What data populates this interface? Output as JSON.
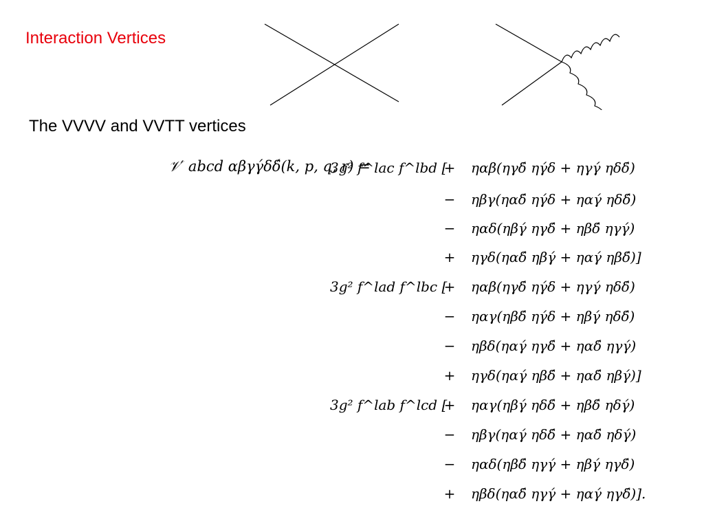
{
  "slide": {
    "title": "Interaction Vertices",
    "subtitle": "The VVVV and VVTT vertices"
  },
  "equation": {
    "lhs": "𝒱′ abcd αβγγ́δδ́(k, p, q, r) =",
    "groups": [
      {
        "prefix": "3g² f^lac f^lbd [",
        "rows": [
          {
            "sign": "+",
            "term": "ηαβ(ηγδ́ ηγ́δ + ηγγ́ ηδδ́)"
          },
          {
            "sign": "−",
            "term": "ηβγ(ηαδ́ ηγ́δ + ηαγ́ ηδδ́)"
          },
          {
            "sign": "−",
            "term": "ηαδ(ηβγ́ ηγδ́ + ηβδ́ ηγγ́)"
          },
          {
            "sign": "+",
            "term": "ηγδ(ηαδ́ ηβγ́ + ηαγ́ ηβδ́)]"
          }
        ]
      },
      {
        "prefix": "3g² f^lad f^lbc [",
        "rows": [
          {
            "sign": "+",
            "term": "ηαβ(ηγδ́ ηγ́δ + ηγγ́ ηδδ́)"
          },
          {
            "sign": "−",
            "term": "ηαγ(ηβδ́ ηγ́δ + ηβγ́ ηδδ́)"
          },
          {
            "sign": "−",
            "term": "ηβδ(ηαγ́ ηγδ́ + ηαδ́ ηγγ́)"
          },
          {
            "sign": "+",
            "term": "ηγδ(ηαγ́ ηβδ́ + ηαδ́ ηβγ́)]"
          }
        ]
      },
      {
        "prefix": "3g² f^lab f^lcd [",
        "rows": [
          {
            "sign": "+",
            "term": "ηαγ(ηβγ́ ηδδ́ + ηβδ́ ηδγ́)"
          },
          {
            "sign": "−",
            "term": "ηβγ(ηαγ́ ηδδ́ + ηαδ́ ηδγ́)"
          },
          {
            "sign": "−",
            "term": "ηαδ(ηβδ́ ηγγ́ + ηβγ́ ηγδ́)"
          },
          {
            "sign": "+",
            "term": "ηβδ(ηαδ́ ηγγ́ + ηαγ́ ηγδ́)]."
          }
        ]
      }
    ]
  }
}
